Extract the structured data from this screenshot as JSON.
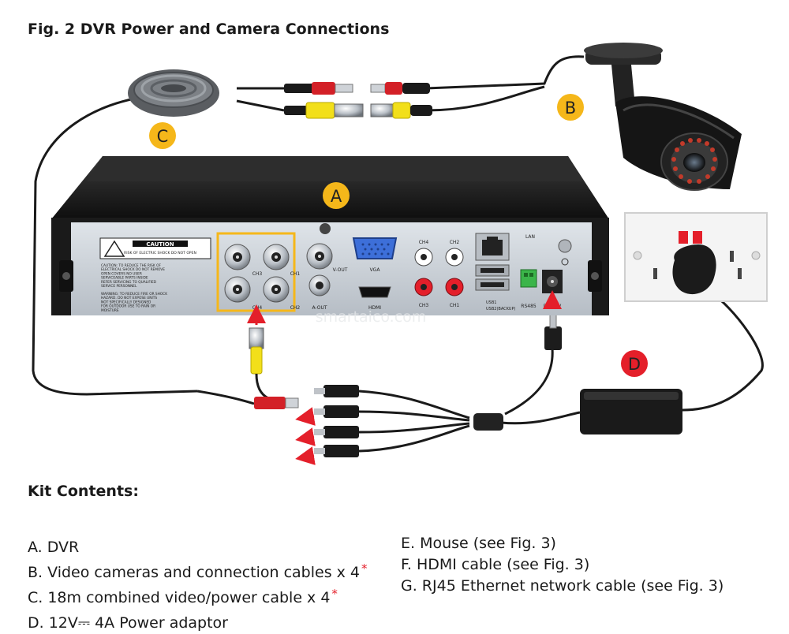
{
  "figure": {
    "title": "Fig. 2 DVR Power and Camera Connections",
    "watermark": "smartaico.com",
    "callouts": {
      "a": "A",
      "b": "B",
      "c": "C",
      "d": "D"
    },
    "panel": {
      "caution": "CAUTION",
      "caution_sub": "RISK OF ELECTRIC SHOCK DO NOT OPEN",
      "caution_text": [
        "CAUTION: TO REDUCE THE RISK OF",
        "ELECTRICAL SHOCK DO NOT REMOVE",
        "OPEN COVERS NO USER",
        "SERVICEABLE PARTS INSIDE",
        "REFER SERVICING TO QUALIFIED",
        "SERVICE PERSONNEL"
      ],
      "warning_text": [
        "WARNING: TO REDUCE FIRE OR SHOCK",
        "HAZARD. DO NOT EXPOSE UNITS",
        "NOT SPECIFICALLY DESIGNED",
        "FOR OUTDOOR USE TO RAIN OR",
        "MOISTURE"
      ],
      "ch3": "CH3",
      "ch1": "CH1",
      "ch4": "CH4",
      "ch2": "CH2",
      "v_out": "V-OUT",
      "vga": "VGA",
      "a_out": "A-OUT",
      "hdmi": "HDMI",
      "audio_ch4": "CH4",
      "audio_ch2": "CH2",
      "audio_ch3": "CH3",
      "audio_ch1": "CH1",
      "lan": "LAN",
      "usb1": "USB1",
      "usb2": "USB2(BACKUP)",
      "rs485": "RS485",
      "dc12v": "DC 12V"
    }
  },
  "kit": {
    "title": "Kit Contents:",
    "left": [
      {
        "text": "A. DVR",
        "star": ""
      },
      {
        "text": "B. Video cameras and connection cables x 4",
        "star": "*"
      },
      {
        "text": "C. 18m combined video/power cable x 4",
        "star": "*"
      },
      {
        "text": "D. 12V⎓ 4A Power adaptor",
        "star": ""
      }
    ],
    "right": [
      {
        "text": "E. Mouse (see Fig. 3)"
      },
      {
        "text": "F.  HDMI cable (see Fig. 3)"
      },
      {
        "text": "G. RJ45 Ethernet network cable (see Fig. 3)"
      }
    ]
  },
  "colors": {
    "callout": "#f5b71a",
    "highlight": "#f5b71a",
    "arrow": "#e41f2a",
    "dvr_body": "#1c1c1c",
    "panel": "#c9cfd6"
  }
}
